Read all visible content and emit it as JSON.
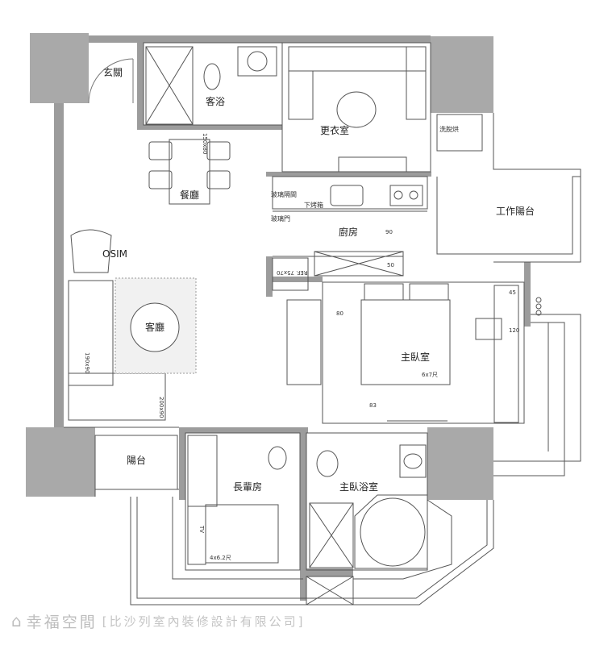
{
  "rooms": {
    "entry": "玄關",
    "guest_bath": "客浴",
    "closet": "更衣室",
    "dining": "餐廳",
    "laundry": "洗脫烘",
    "service_balcony": "工作陽台",
    "kitchen": "廚房",
    "living": "客廳",
    "master_bedroom": "主臥室",
    "balcony": "陽台",
    "elder_room": "長輩房",
    "master_bath": "主臥浴室"
  },
  "annotations": {
    "glass_partition": "玻璃隔間",
    "under_oven": "下烤箱",
    "glass_door": "玻璃門",
    "osim": "OSIM",
    "fridge": "REF. 75x70",
    "dining_table_size": "150x80",
    "sofa_size_1": "190x90",
    "sofa_size_2": "200x90",
    "bed_size": "6x7尺",
    "elder_bed_size": "4x6.2尺",
    "tv": "TV",
    "dim_90": "90",
    "dim_50": "50",
    "dim_80": "80",
    "dim_83": "83",
    "dim_45": "45",
    "dim_120": "120"
  },
  "footer": {
    "brand": "幸福空間",
    "company": "[比沙列室內裝修設計有限公司]"
  },
  "colors": {
    "column": "#a9a9a9",
    "wall": "#9c9c9c",
    "line": "#555555",
    "rug": "#f1f1f1",
    "watermark": "#c4c4c4"
  }
}
